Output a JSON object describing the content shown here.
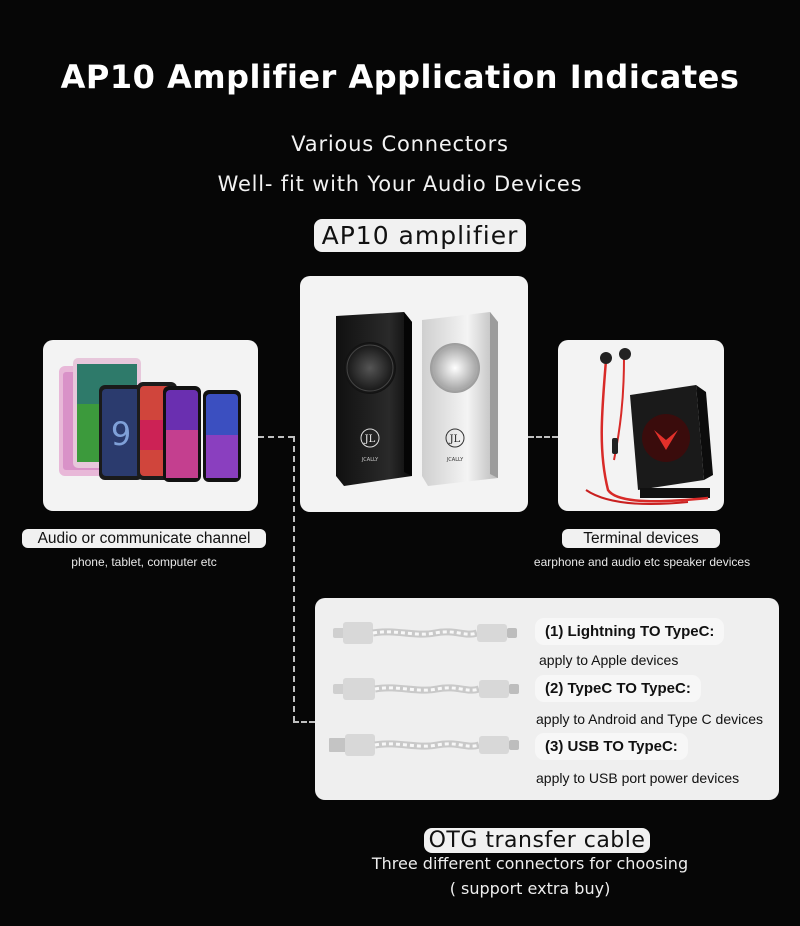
{
  "title": "AP10 Amplifier Application Indicates",
  "subtitle_line1": "Various Connectors",
  "subtitle_line2": "Well- fit with Your Audio Devices",
  "amplifier": {
    "label": "AP10 amplifier",
    "brand_text": "JCALLY"
  },
  "left_panel": {
    "label": "Audio or communicate channel",
    "caption": "phone, tablet, computer etc"
  },
  "right_panel": {
    "label": "Terminal devices",
    "caption": "earphone and audio etc speaker devices"
  },
  "cables": [
    {
      "label": "(1) Lightning TO TypeC:",
      "desc": "apply to Apple devices"
    },
    {
      "label": "(2) TypeC TO TypeC:",
      "desc": "apply to Android and Type C devices"
    },
    {
      "label": "(3) USB TO TypeC:",
      "desc": "apply to USB port power devices"
    }
  ],
  "otg": {
    "label": "OTG transfer cable",
    "line1": "Three different connectors for choosing",
    "line2": "( support extra buy)"
  }
}
